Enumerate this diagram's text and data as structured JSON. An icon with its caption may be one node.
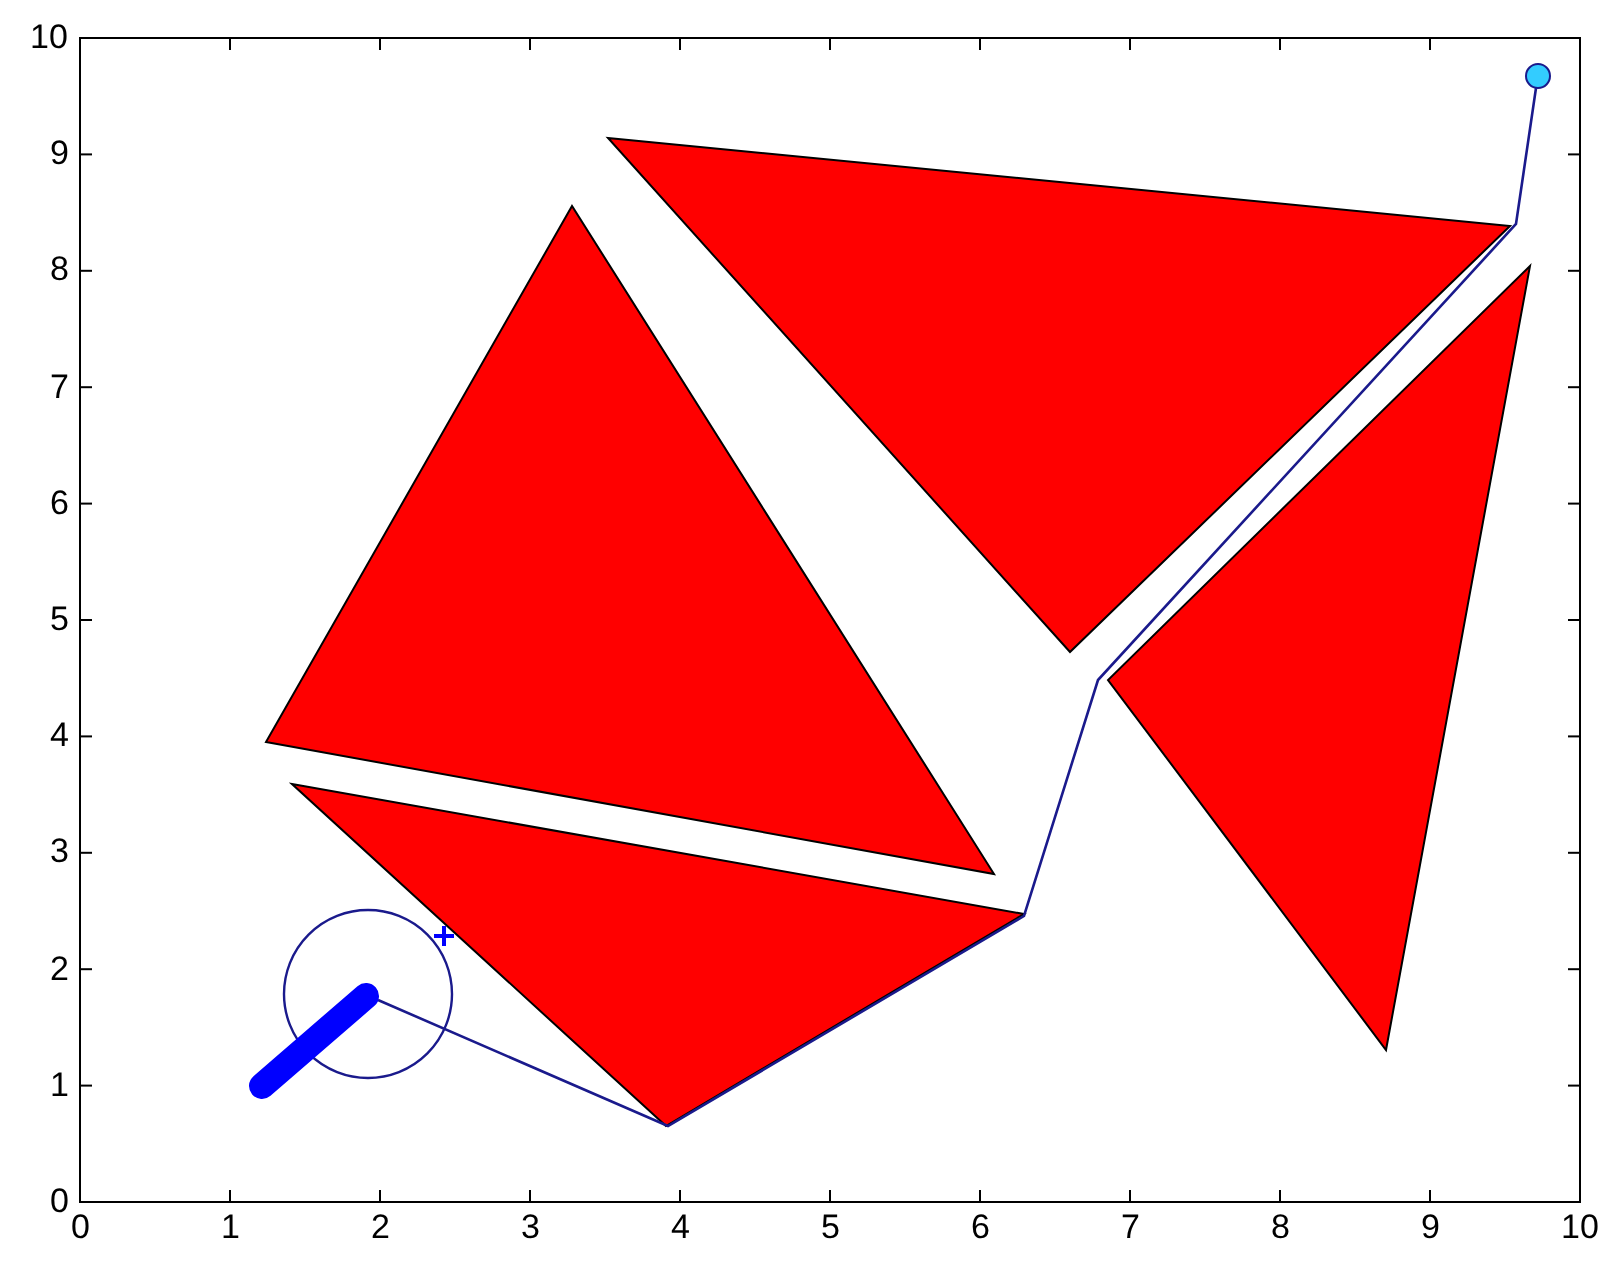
{
  "diagram": {
    "nodes": [
      {
        "text": [],
        "shape": "bar"
      },
      {
        "text": [],
        "shape": "circle"
      }
    ],
    "edges": [
      {
        "from": 0,
        "to": 1,
        "arrow": "none"
      }
    ],
    "labels": [
      "10",
      "9",
      "8",
      "7",
      "6",
      "5",
      "4",
      "3",
      "2",
      "1",
      "0",
      "0",
      "1",
      "2",
      "3",
      "4",
      "5",
      "6",
      "7",
      "8",
      "9",
      "10"
    ]
  }
}
